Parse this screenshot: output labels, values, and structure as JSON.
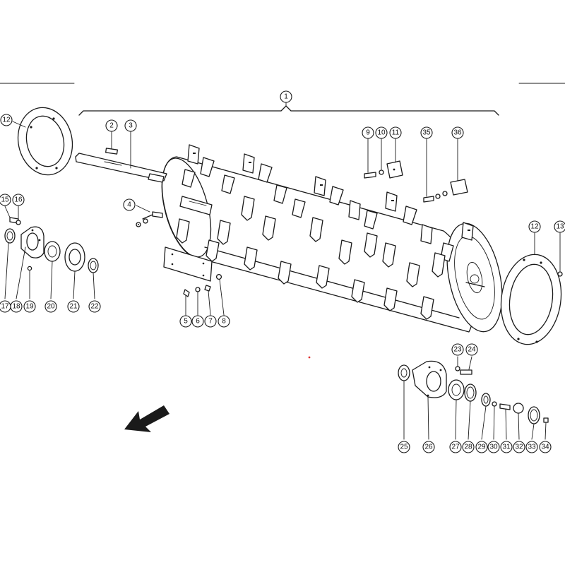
{
  "callouts": {
    "c1": "1",
    "c2": "2",
    "c3": "3",
    "c4": "4",
    "c5": "5",
    "c6": "6",
    "c7": "7",
    "c8": "8",
    "c9": "9",
    "c10": "10",
    "c11": "11",
    "c12a": "12",
    "c12b": "12",
    "c13": "13",
    "c15": "15",
    "c16": "16",
    "c17": "17",
    "c18": "18",
    "c19": "19",
    "c20": "20",
    "c21": "21",
    "c22": "22",
    "c23": "23",
    "c24": "24",
    "c25": "25",
    "c26": "26",
    "c27": "27",
    "c28": "28",
    "c29": "29",
    "c30": "30",
    "c31": "31",
    "c32": "32",
    "c33": "33",
    "c34": "34",
    "c35": "35",
    "c36": "36"
  },
  "colors": {
    "line": "#1a1a1a",
    "background": "#ffffff",
    "marker": "#e03030"
  },
  "icons": {
    "direction": "arrow-down-left-icon"
  }
}
